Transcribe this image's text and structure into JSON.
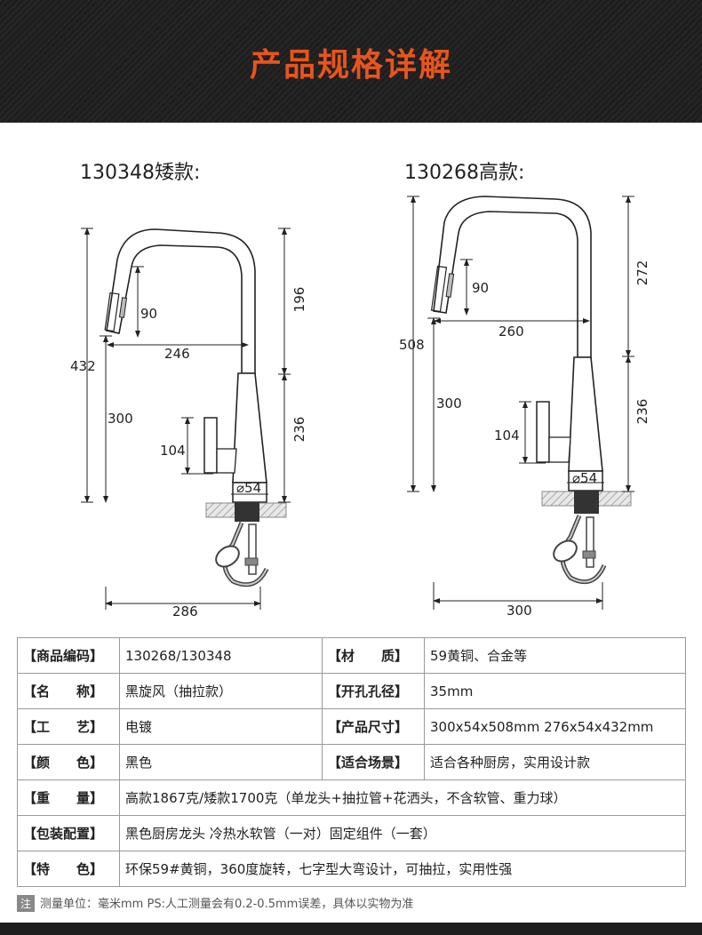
{
  "banner": {
    "title": "产品规格详解"
  },
  "models": {
    "short": {
      "title": "130348矮款:",
      "dims": {
        "overall_height": "432",
        "spout_drop": "90",
        "upper": "196",
        "reach": "246",
        "lower_height": "300",
        "mid": "236",
        "handle": "104",
        "base": "⌀54",
        "width": "286"
      }
    },
    "tall": {
      "title": "130268高款:",
      "dims": {
        "overall_height": "508",
        "spout_drop": "90",
        "upper": "272",
        "reach": "260",
        "lower_height": "300",
        "mid": "236",
        "handle": "104",
        "base": "⌀54",
        "width": "300"
      }
    }
  },
  "spec_table": [
    {
      "l1": "【商品编码】",
      "v1": "130268/130348",
      "l2": "【材　　质】",
      "v2": "59黄铜、合金等"
    },
    {
      "l1": "【名　　称】",
      "v1": "黑旋风（抽拉款）",
      "l2": "【开孔孔径】",
      "v2": "35mm"
    },
    {
      "l1": "【工　　艺】",
      "v1": "电镀",
      "l2": "【产品尺寸】",
      "v2": "300x54x508mm  276x54x432mm"
    },
    {
      "l1": "【颜　　色】",
      "v1": "黑色",
      "l2": "【适合场景】",
      "v2": "适合各种厨房，实用设计款"
    },
    {
      "l1": "【重　　量】",
      "v1": "高款1867克/矮款1700克（单龙头+抽拉管+花洒头，不含软管、重力球）"
    },
    {
      "l1": "【包装配置】",
      "v1": "黑色厨房龙头 冷热水软管（一对）固定组件（一套）"
    },
    {
      "l1": "【特　　色】",
      "v1": "环保59#黄铜，360度旋转，七字型大弯设计，可抽拉，实用性强"
    }
  ],
  "footnote": {
    "badge": "注",
    "text": "测量单位：毫米mm  PS:人工测量会有0.2-0.5mm误差，具体以实物为准"
  }
}
